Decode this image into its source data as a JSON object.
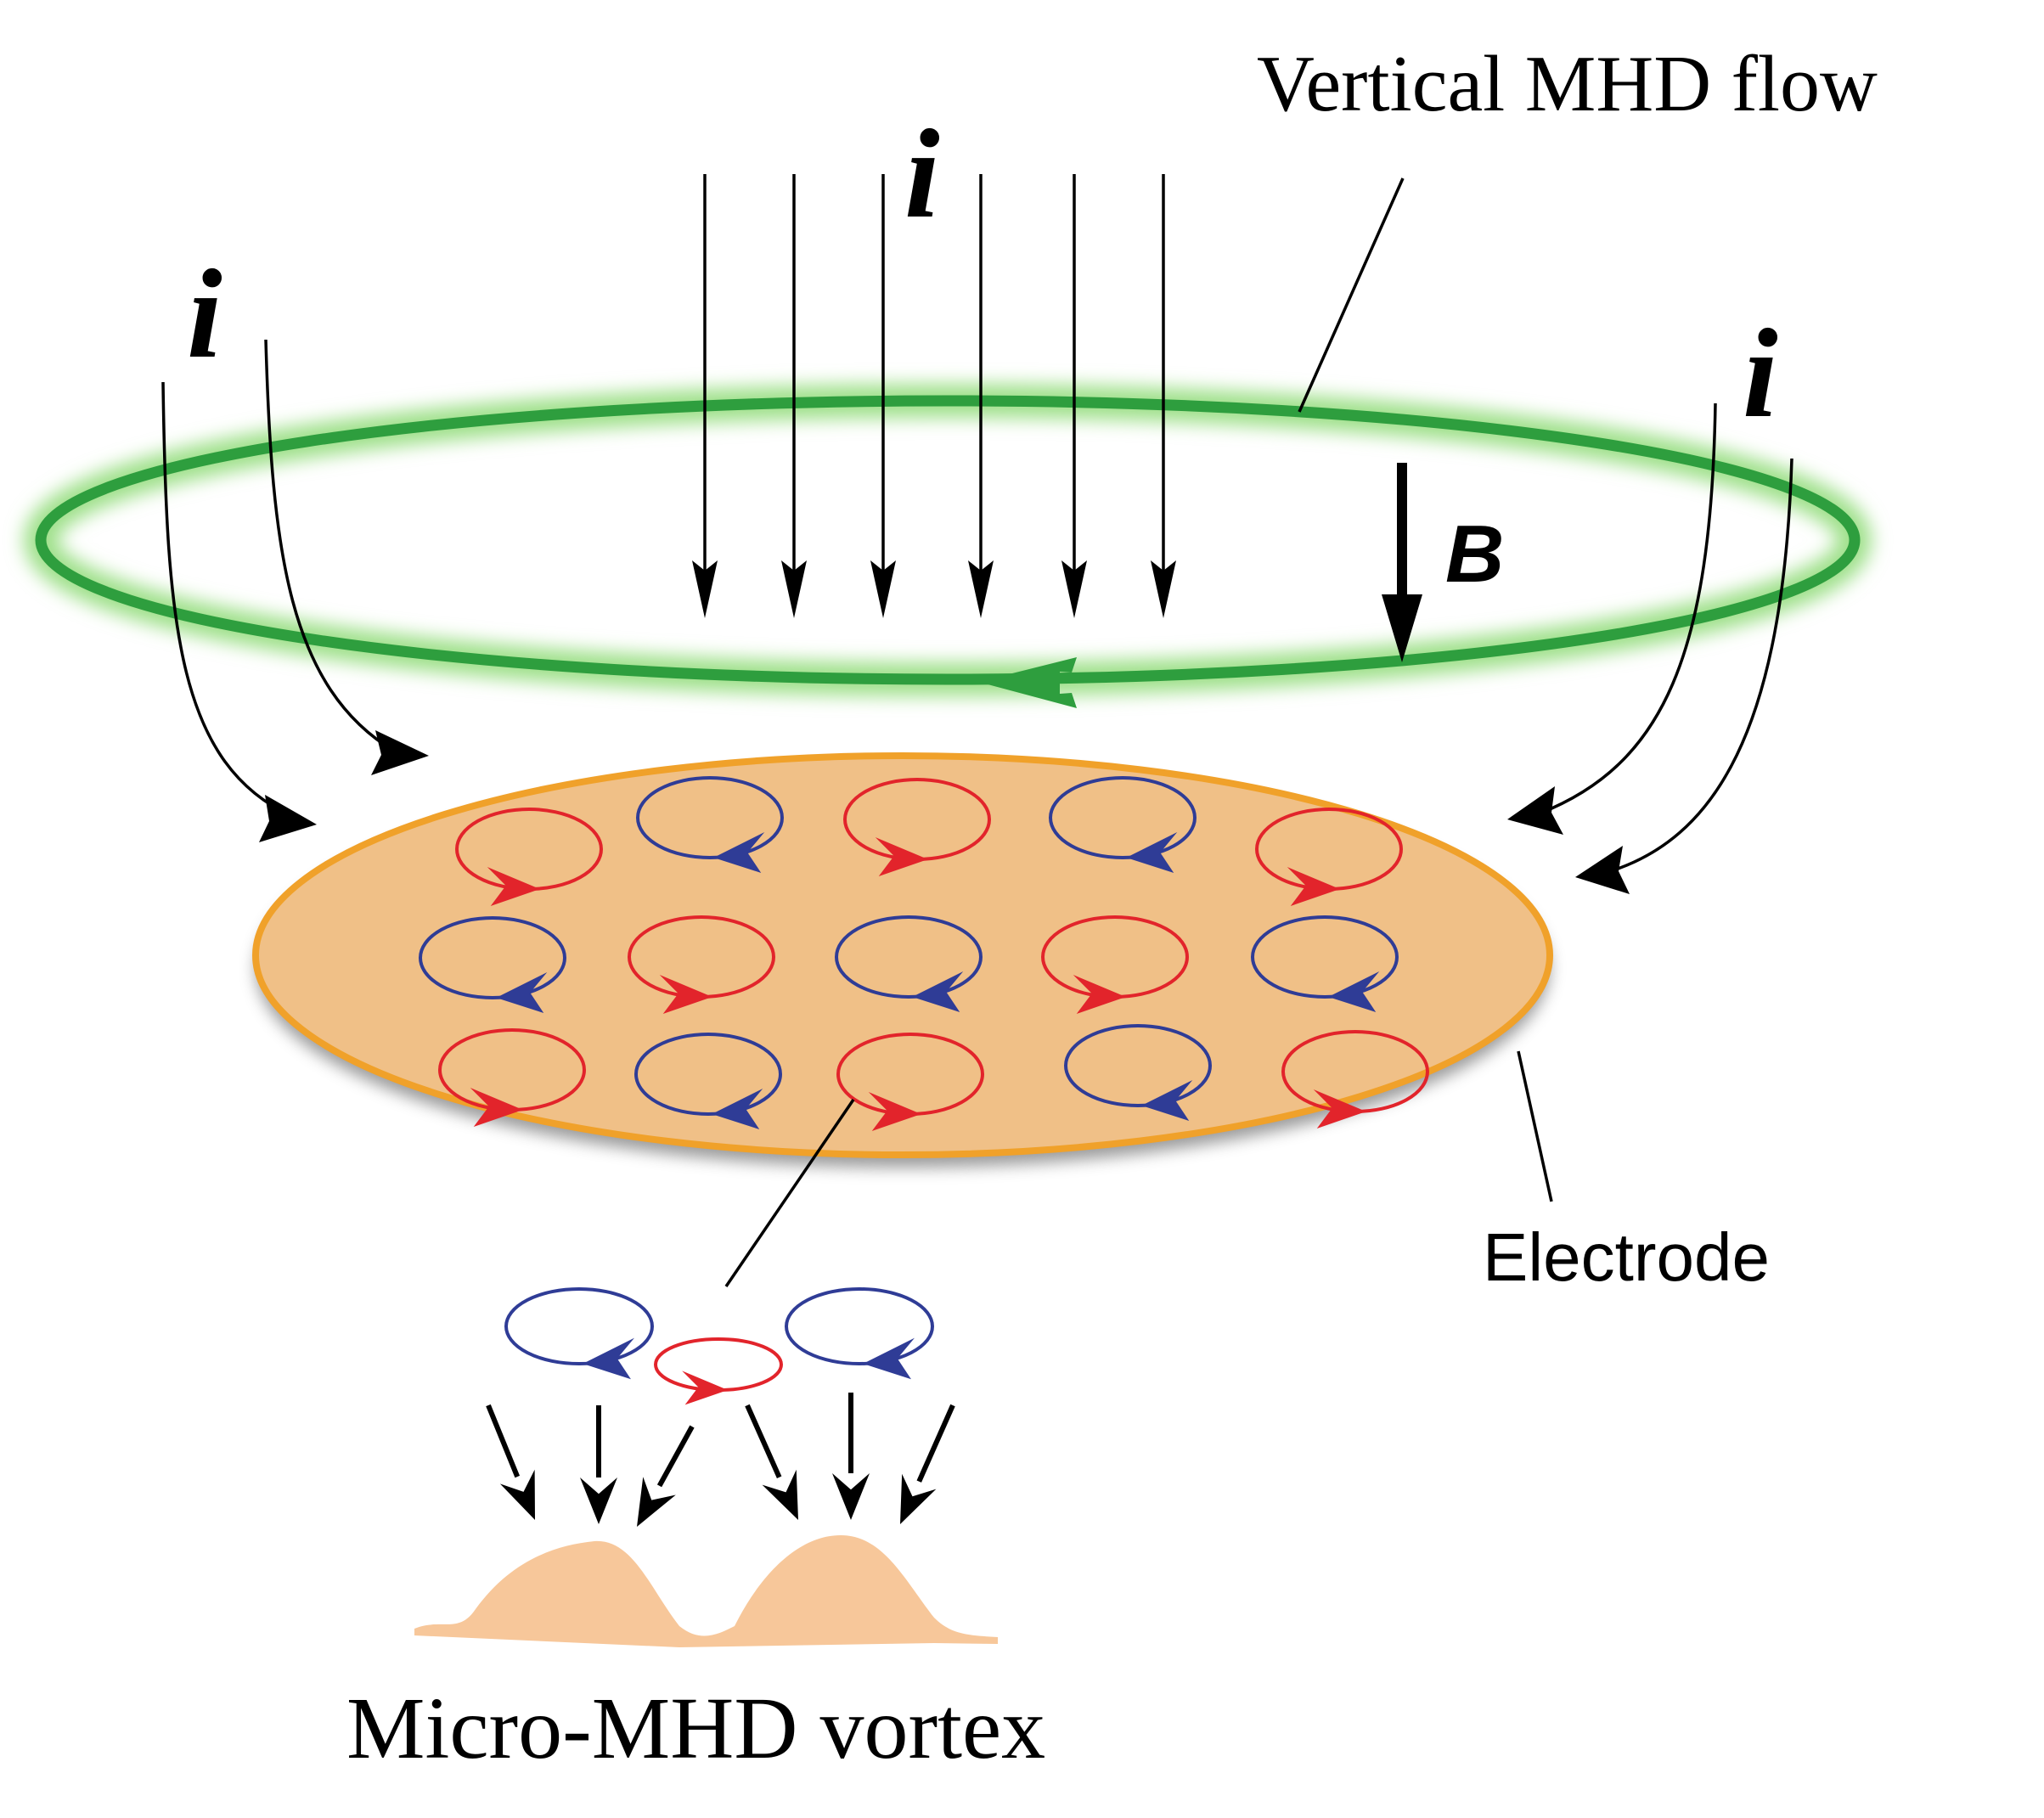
{
  "labels": {
    "current_symbol": "i",
    "field_symbol": "B",
    "vertical_flow": "Vertical MHD flow",
    "electrode": "Electrode",
    "micro_vortex": "Micro-MHD vortex"
  },
  "colors": {
    "flow_ring": "#2e9e3e",
    "flow_glow": "#9fe08a",
    "electrode_fill": "#f0c087",
    "electrode_edge": "#f0a12a",
    "vortex_cw": "#e2242b",
    "vortex_ccw": "#2f3c96",
    "deposit": "#f7c79a",
    "line": "#000000"
  },
  "vortex_grid": [
    [
      "cw",
      "ccw",
      "cw",
      "ccw",
      "cw"
    ],
    [
      "ccw",
      "cw",
      "ccw",
      "cw",
      "ccw"
    ],
    [
      "cw",
      "ccw",
      "cw",
      "ccw",
      "cw"
    ]
  ],
  "inset_vortices": [
    "ccw",
    "cw",
    "ccw"
  ]
}
